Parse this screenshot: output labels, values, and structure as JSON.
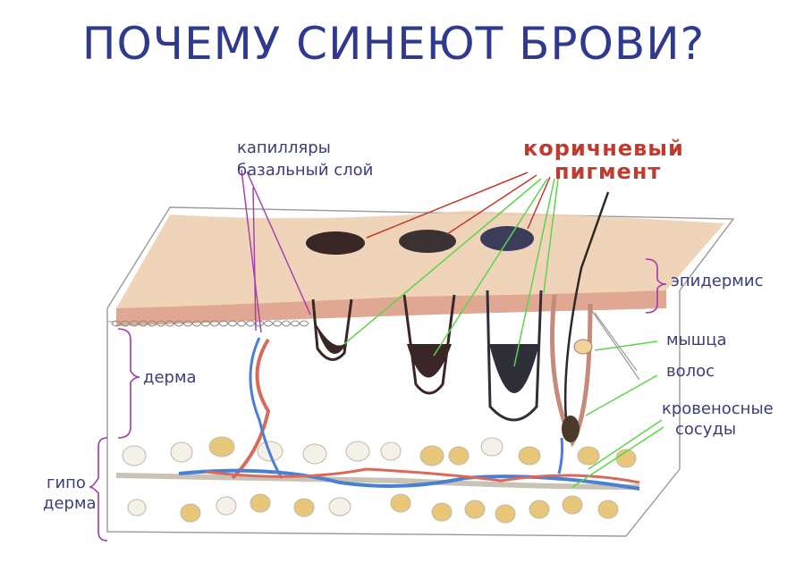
{
  "title": "ПОЧЕМУ СИНЕЮТ БРОВИ?",
  "labels": {
    "capillaries": "капилляры",
    "basal_layer": "базальный слой",
    "brown": "коричневый",
    "pigment": "пигмент",
    "epidermis": "эпидермис",
    "dermis": "дерма",
    "hypo": "гипо",
    "hypo_derma": "дерма",
    "muscle": "мышца",
    "hair": "волос",
    "blood_vessels": "кровеносные",
    "blood_vessels_2": "сосуды"
  },
  "colors": {
    "title": "#2f3a8f",
    "epidermis": "#e8c3a3",
    "dermis_layer": "#d9a08a",
    "pigment_dark": "#3a2a2a",
    "pigment_blue": "#3b3d5a",
    "arrow_red": "#c23a2e",
    "arrow_green": "#5bd44a",
    "bracket": "#a23aa8",
    "vessel_red": "#d96a5a",
    "vessel_blue": "#4a7fd4",
    "fat": "#e8c77a"
  }
}
